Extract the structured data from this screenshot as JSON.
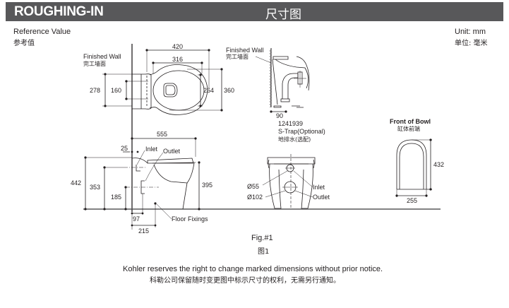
{
  "header": {
    "title": "ROUGHING-IN",
    "title_cn": "尺寸图",
    "background": "#58585a"
  },
  "reference": {
    "label": "Reference Value",
    "label_cn": "参考值"
  },
  "unit": {
    "label": "Unit: mm",
    "label_cn": "单位: 毫米"
  },
  "top_view": {
    "wall_label": "Finished Wall",
    "wall_label_cn": "完工墙面",
    "dims": {
      "outer_width": "420",
      "inner_width": "316",
      "tank_depth": "278",
      "tank_inner": "160",
      "bowl_inner_depth": "264",
      "bowl_outer_depth": "360"
    }
  },
  "section_view": {
    "wall_label": "Finished Wall",
    "wall_label_cn": "完工墙面",
    "dims": {
      "wall_offset": "90"
    }
  },
  "side_view": {
    "labels": {
      "inlet": "Inlet",
      "outlet": "Outlet",
      "floor_fixings": "Floor Fixings"
    },
    "dims": {
      "length": "555",
      "inlet_offset": "25",
      "total_height": "442",
      "inlet_height": "353",
      "outlet_height": "185",
      "rim_height": "395",
      "outlet_from_wall": "97",
      "fixing_from_wall": "215"
    }
  },
  "front_view": {
    "part_number": "1241939",
    "trap_label": "S-Trap(Optional)",
    "trap_label_cn": "地排水(选配)",
    "labels": {
      "inlet": "Inlet",
      "outlet": "Outlet",
      "inlet_dia": "Ø55",
      "outlet_dia": "Ø102"
    }
  },
  "bowl_front": {
    "title": "Front of Bowl",
    "title_cn": "缸体前端",
    "dims": {
      "height": "432",
      "width": "255"
    }
  },
  "figure": {
    "caption": "Fig.#1",
    "caption_cn": "图1"
  },
  "notice": {
    "text": "Kohler reserves the right to change marked dimensions without prior notice.",
    "text_cn": "科勒公司保留随时变更图中标示尺寸的权利，无需另行通知。"
  }
}
